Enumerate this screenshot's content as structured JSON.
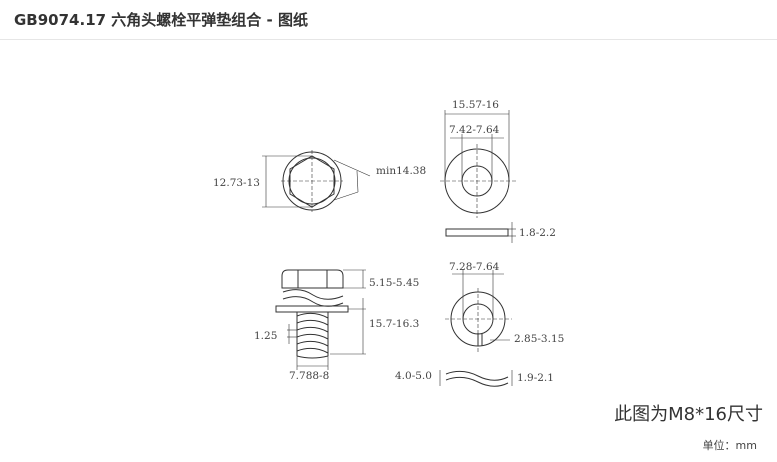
{
  "header": {
    "title": "GB9074.17  六角头螺栓平弹垫组合 - 图纸"
  },
  "dims": {
    "hex_across_flats": "12.73-13",
    "hex_across_corners": "min14.38",
    "flat_washer_od": "15.57-16",
    "flat_washer_id": "7.42-7.64",
    "flat_washer_thk": "1.8-2.2",
    "head_height": "5.15-5.45",
    "thread_pitch": "1.25",
    "thread_dia": "7.788-8",
    "spring_washer_id": "7.28-7.64",
    "spring_washer_od": "15.7-16.3",
    "spring_washer_section": "2.85-3.15",
    "spring_washer_free_height": "4.0-5.0",
    "spring_washer_thk": "1.9-2.1"
  },
  "caption": "此图为M8*16尺寸",
  "unit": "单位：mm"
}
